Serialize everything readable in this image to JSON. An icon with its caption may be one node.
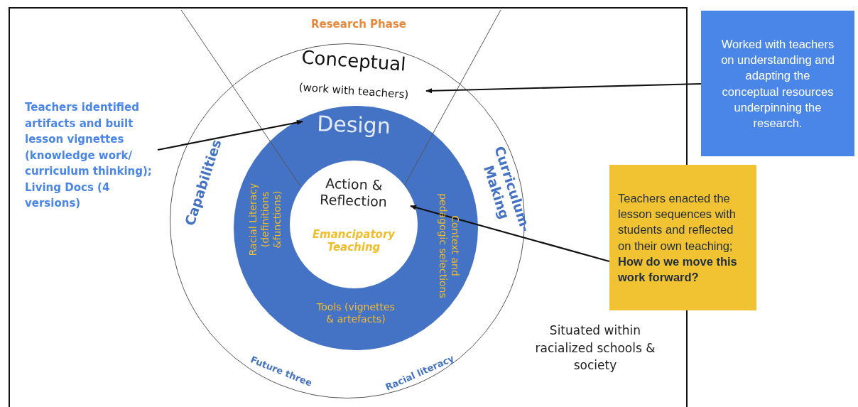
{
  "diagram": {
    "nodes": [
      {
        "text": [
          "Conceptual",
          "(work with teachers)",
          "Capabilities",
          "Curriculum-Making",
          "Future three",
          "Racial literacy"
        ]
      },
      {
        "text": [
          "Design",
          "Racial Literacy (definitions &functions)",
          "Context and pedagogic selections",
          "Tools (vignettes & artefacts)"
        ],
        "in": 0
      },
      {
        "text": [
          "Action & Reflection",
          "Emancipatory Teaching"
        ],
        "in": 1
      },
      {
        "text": [
          "Teachers identified artifacts and built lesson vignettes (knowledge work/ curriculum thinking); Living Docs (4 versions)"
        ]
      },
      {
        "text": [
          "Worked with teachers on understanding and adapting the conceptual resources underpinning the research."
        ]
      },
      {
        "text": [
          "Teachers enacted the lesson sequences with students and reflected on their own teaching; **How do we move this work forward?**"
        ]
      }
    ],
    "edges": [
      {
        "from": 3,
        "to": 1,
        "arrow": "to"
      },
      {
        "from": 4,
        "to": 0,
        "arrow": "to"
      },
      {
        "from": 5,
        "to": 2,
        "arrow": "to"
      }
    ],
    "labels": [
      "Research Phase",
      "Situated within racialized schools & society"
    ]
  }
}
